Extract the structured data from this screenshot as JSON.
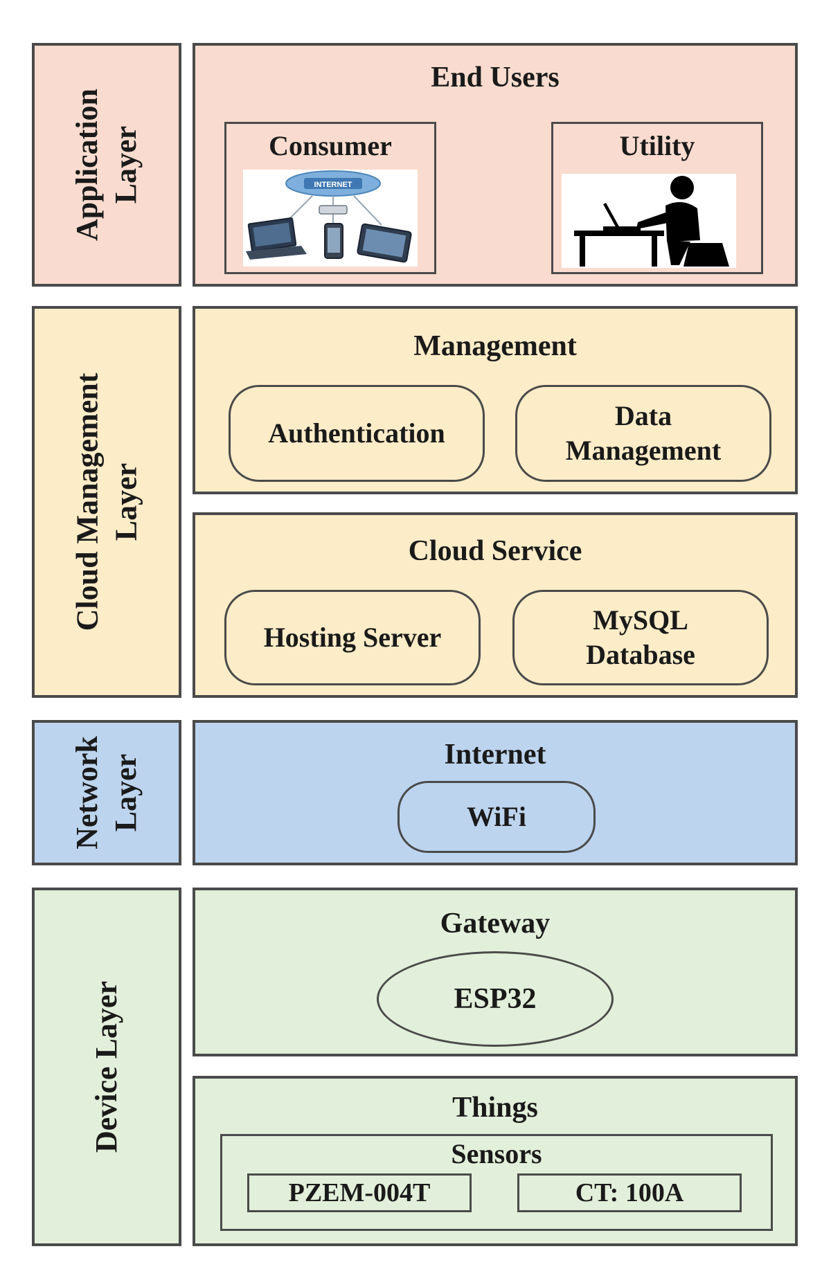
{
  "layers": {
    "application": {
      "label_lines": [
        "Application",
        "Layer"
      ],
      "panel_title": "End Users",
      "consumer": {
        "title": "Consumer",
        "icon": "internet-devices-icon",
        "cloud_text": "INTERNET"
      },
      "utility": {
        "title": "Utility",
        "icon": "person-at-computer-icon"
      }
    },
    "cloud": {
      "label_lines": [
        "Cloud Management",
        "Layer"
      ],
      "management": {
        "title": "Management",
        "items": [
          {
            "lines": [
              "Authentication"
            ]
          },
          {
            "lines": [
              "Data",
              "Management"
            ]
          }
        ]
      },
      "service": {
        "title": "Cloud Service",
        "items": [
          {
            "lines": [
              "Hosting Server"
            ]
          },
          {
            "lines": [
              "MySQL",
              "Database"
            ]
          }
        ]
      }
    },
    "network": {
      "label_lines": [
        "Network",
        "Layer"
      ],
      "panel_title": "Internet",
      "item": "WiFi"
    },
    "device": {
      "label_lines": [
        "Device Layer"
      ],
      "gateway": {
        "title": "Gateway",
        "item": "ESP32"
      },
      "things": {
        "title": "Things",
        "sensors_title": "Sensors",
        "sensors": [
          "PZEM-004T",
          "CT: 100A"
        ]
      }
    }
  },
  "colors": {
    "application": "#f9dccf",
    "cloud": "#fdecc8",
    "network": "#bdd4ee",
    "device": "#e2efda",
    "border": "#4a4a4a"
  }
}
